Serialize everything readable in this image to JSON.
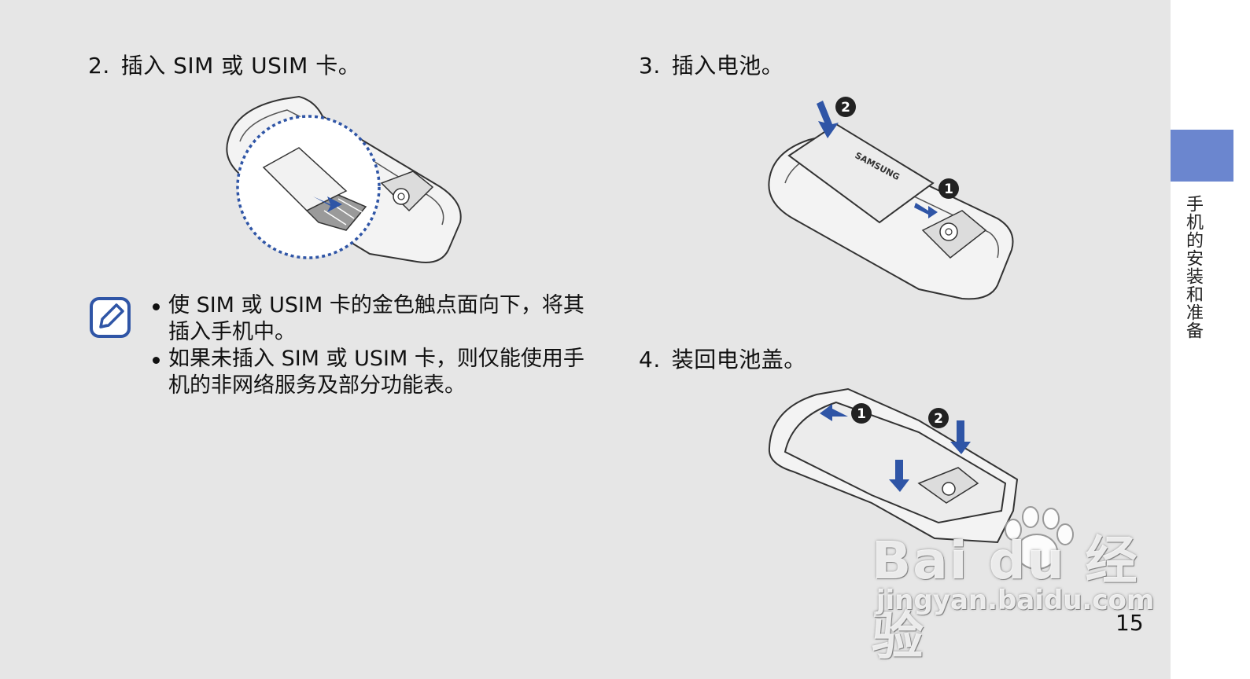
{
  "steps": {
    "s2": {
      "num": "2.",
      "text": "插入 SIM 或 USIM 卡。"
    },
    "s3": {
      "num": "3.",
      "text": "插入电池。"
    },
    "s4": {
      "num": "4.",
      "text": "装回电池盖。"
    }
  },
  "note": {
    "icon": "note-pencil-icon",
    "bullets": [
      "使 SIM 或 USIM 卡的金色触点面向下，将其插入手机中。",
      "如果未插入 SIM 或 USIM 卡，则仅能使用手机的非网络服务及部分功能表。"
    ]
  },
  "figures": {
    "battery_brand": "SAMSUNG",
    "marker_1": "1",
    "marker_2": "2"
  },
  "side_tab": {
    "label": "手机的安装和准备",
    "color": "#6b86cf"
  },
  "page_number": "15",
  "watermark": {
    "main": "Bai du 经验",
    "sub": "jingyan.baidu.com"
  },
  "colors": {
    "arrow": "#2f55a6",
    "background": "#e6e6e6"
  }
}
